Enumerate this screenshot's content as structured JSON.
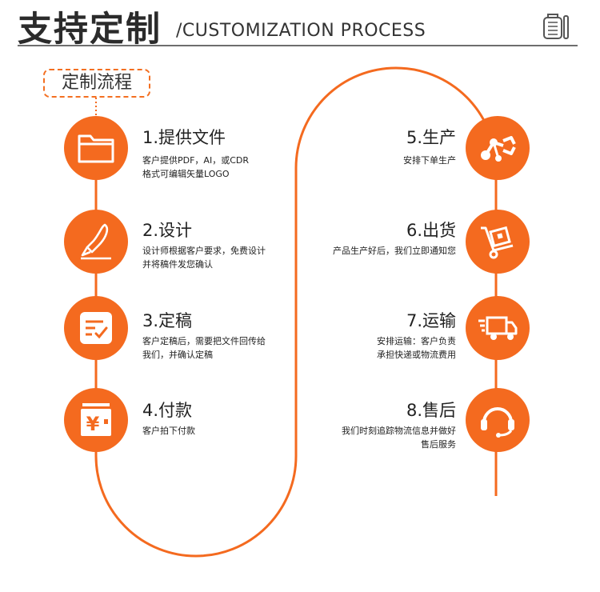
{
  "header": {
    "title": "支持定制",
    "subtitle": "/CUSTOMIZATION PROCESS",
    "logo_icon": "brand-logo-icon"
  },
  "flow_badge": "定制流程",
  "colors": {
    "accent": "#f46a1f",
    "text": "#222222",
    "divider": "#6e6e6e"
  },
  "steps": [
    {
      "title": "1.提供文件",
      "desc": [
        "客户提供PDF，AI，或CDR",
        "格式可编辑矢量LOGO"
      ],
      "icon": "folder-icon"
    },
    {
      "title": "2.设计",
      "desc": [
        "设计师根据客户要求，免费设计",
        "并将稿件发您确认"
      ],
      "icon": "pen-nib-icon"
    },
    {
      "title": "3.定稿",
      "desc": [
        "客户定稿后，需要把文件回传给",
        "我们，并确认定稿"
      ],
      "icon": "checklist-icon"
    },
    {
      "title": "4.付款",
      "desc": [
        "客户拍下付款"
      ],
      "icon": "yen-payment-icon"
    },
    {
      "title": "5.生产",
      "desc": [
        "安排下单生产"
      ],
      "icon": "robot-arm-icon"
    },
    {
      "title": "6.出货",
      "desc": [
        "产品生产好后，我们立即通知您"
      ],
      "icon": "hand-truck-icon"
    },
    {
      "title": "7.运输",
      "desc": [
        "安排运输：客户负责",
        "承担快递或物流费用"
      ],
      "icon": "delivery-truck-icon"
    },
    {
      "title": "8.售后",
      "desc": [
        "我们时刻追踪物流信息并做好",
        "售后服务"
      ],
      "icon": "headset-icon"
    }
  ]
}
